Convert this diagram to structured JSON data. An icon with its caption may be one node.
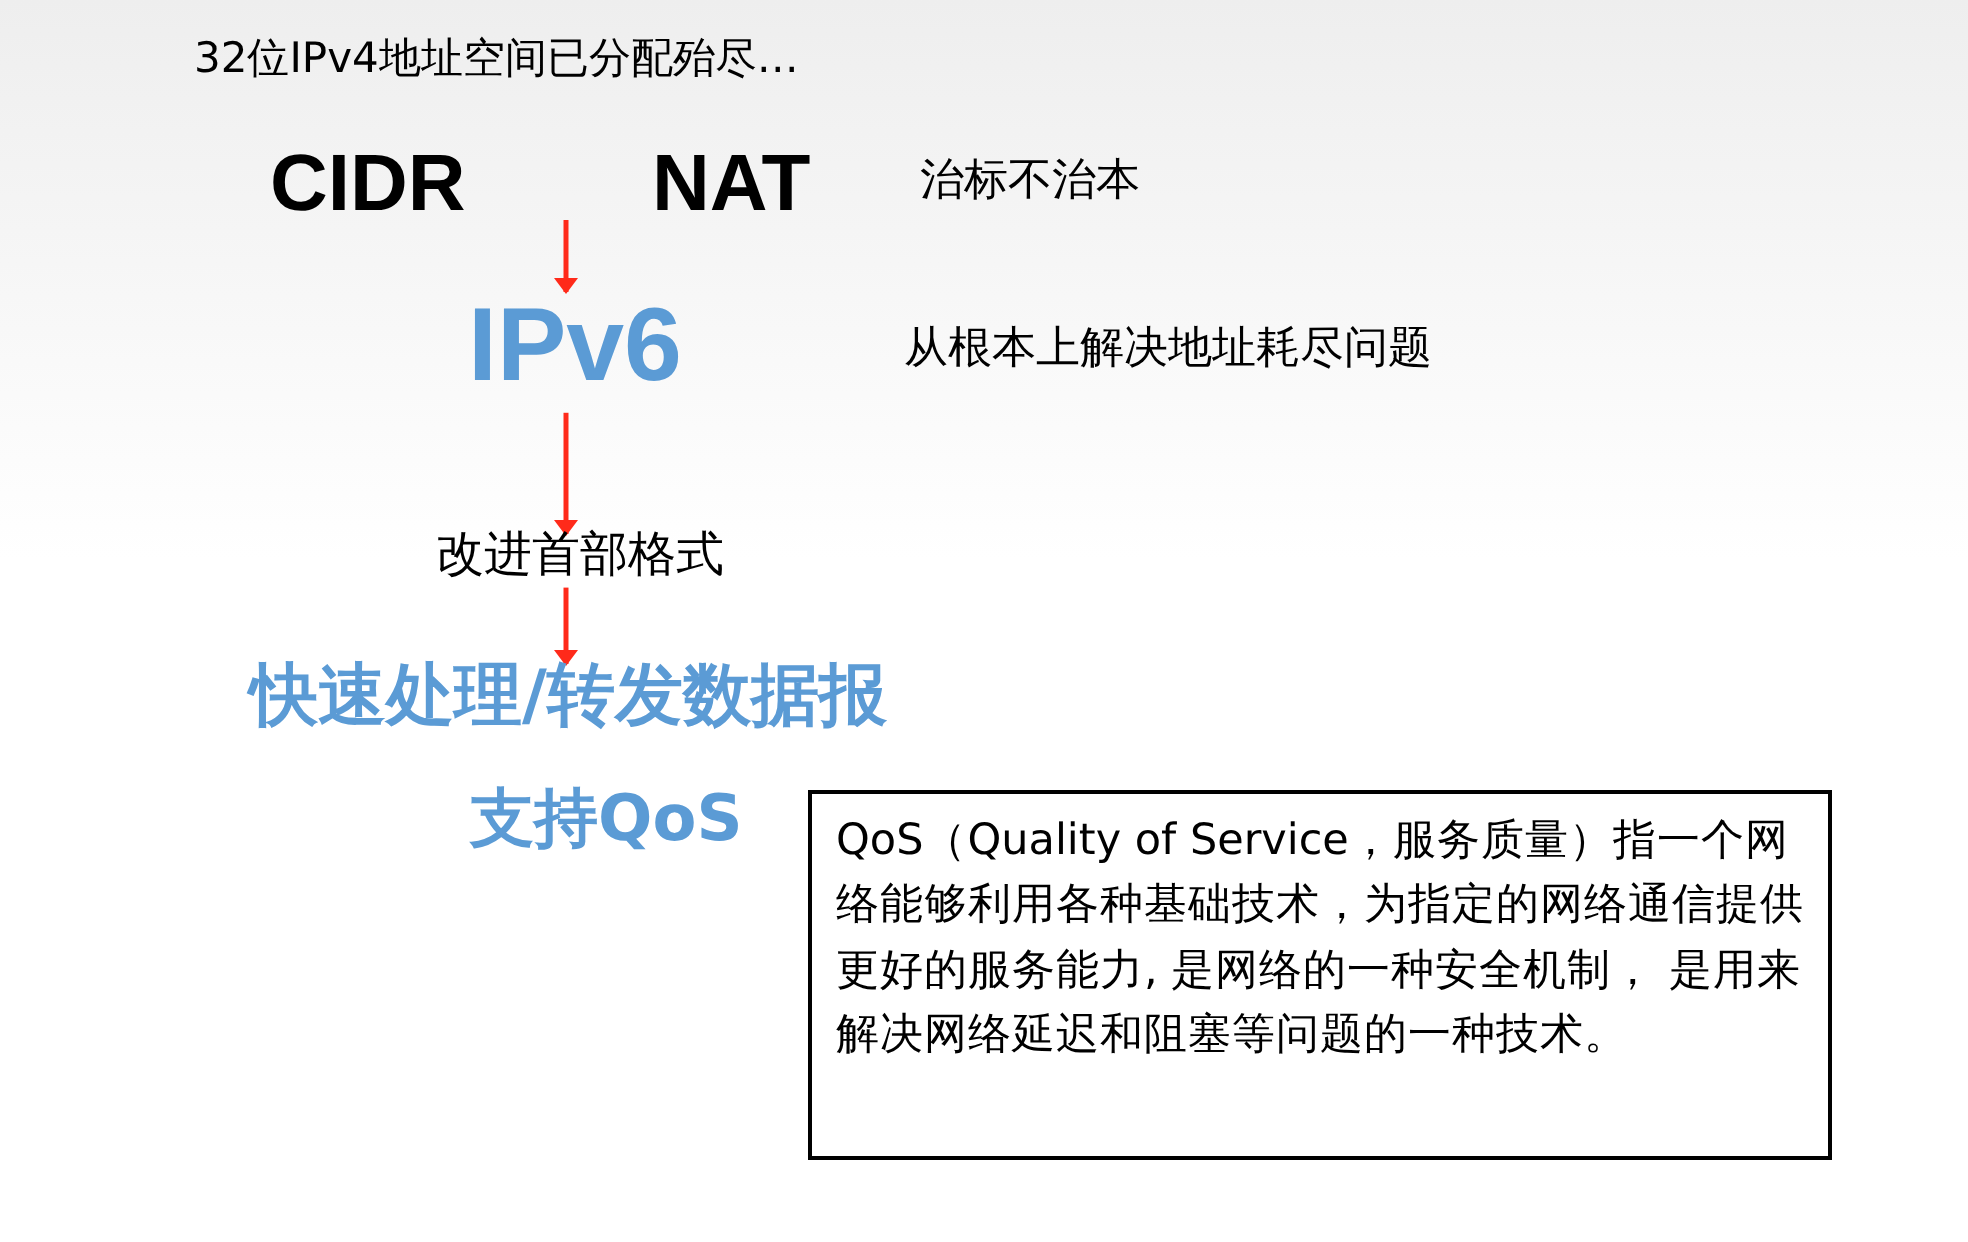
{
  "diagram": {
    "nodes": [
      {
        "text": [
          "CIDR"
        ]
      },
      {
        "text": [
          "NAT"
        ]
      },
      {
        "text": [
          "IPv6"
        ]
      },
      {
        "text": [
          "改进首部格式"
        ]
      },
      {
        "text": [
          "快速处理/转发数据报"
        ]
      },
      {
        "text": [
          "QoS（Quality of Service，服务质量）指一个网络能够利用各种基础技术，为指定的网络通信提供更好的服务能力, 是网络的一种安全机制， 是用来解决网络延迟和阻塞等问题的一种技术。"
        ]
      }
    ],
    "edges": [
      {
        "from": null,
        "to": 2,
        "arrow": "to"
      },
      {
        "from": 2,
        "to": 3,
        "arrow": "to"
      },
      {
        "from": 3,
        "to": 4,
        "arrow": "to"
      }
    ],
    "labels": [
      "32位IPv4地址空间已分配殆尽…",
      "治标不治本",
      "从根本上解决地址耗尽问题",
      "支持QoS"
    ]
  }
}
